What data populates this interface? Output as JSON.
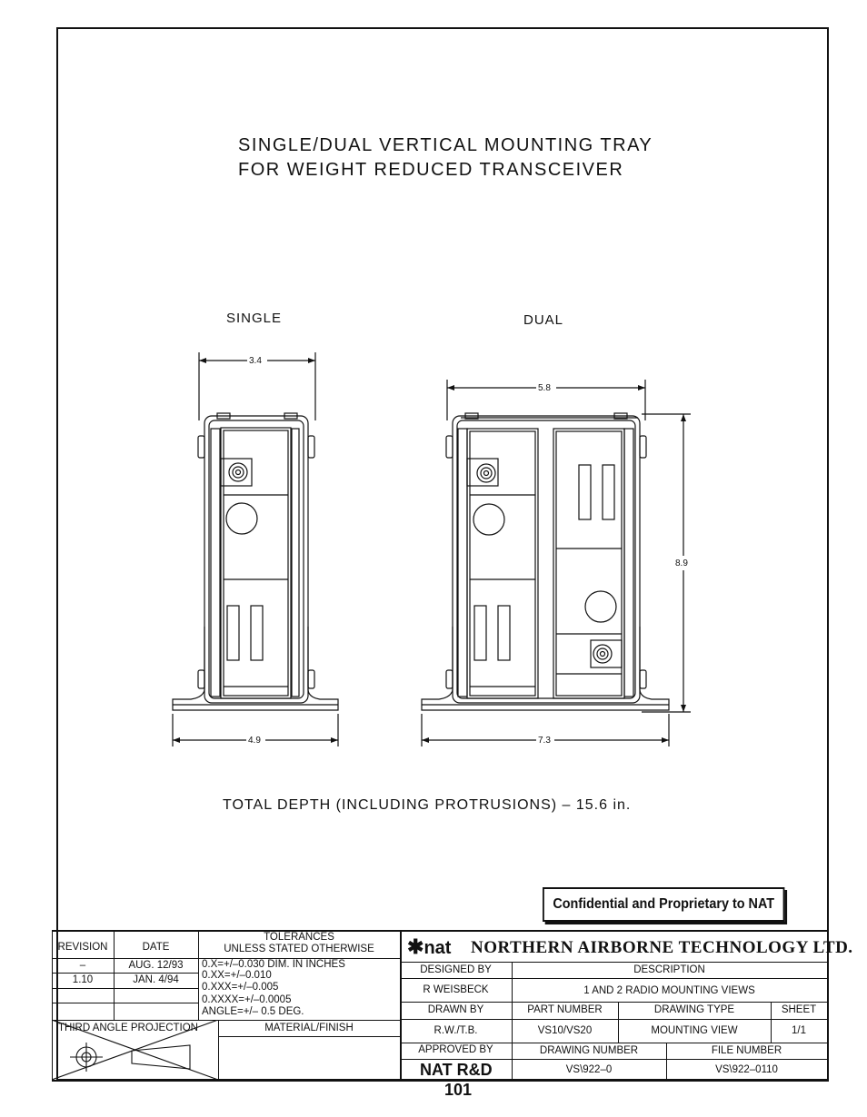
{
  "title": {
    "line1": "SINGLE/DUAL VERTICAL MOUNTING TRAY",
    "line2": "FOR WEIGHT REDUCED TRANSCEIVER"
  },
  "views": {
    "single": {
      "label": "SINGLE",
      "dim_top": "3.4",
      "dim_bottom": "4.9"
    },
    "dual": {
      "label": "DUAL",
      "dim_top": "5.8",
      "dim_right": "8.9",
      "dim_bottom": "7.3"
    }
  },
  "depth_note": "TOTAL DEPTH (INCLUDING PROTRUSIONS) – 15.6 in.",
  "confidential": "Confidential and Proprietary to NAT",
  "title_block": {
    "revision_header": "REVISION",
    "date_header": "DATE",
    "revisions": [
      {
        "rev": "–",
        "date": "AUG. 12/93"
      },
      {
        "rev": "1.10",
        "date": "JAN. 4/94"
      }
    ],
    "tolerances_header1": "TOLERANCES",
    "tolerances_header2": "UNLESS STATED OTHERWISE",
    "tolerances": [
      "0.X=+/–0.030   DIM. IN INCHES",
      "0.XX=+/–0.010",
      "0.XXX=+/–0.005",
      "0.XXXX=+/–0.0005",
      "ANGLE=+/– 0.5 DEG."
    ],
    "projection": "THIRD ANGLE PROJECTION",
    "material_finish": "MATERIAL/FINISH",
    "company_logo": "nat",
    "company": "NORTHERN AIRBORNE TECHNOLOGY LTD.",
    "designed_by_label": "DESIGNED BY",
    "designed_by": "R WEISBECK",
    "description_label": "DESCRIPTION",
    "description": "1 AND 2 RADIO MOUNTING VIEWS",
    "drawn_by_label": "DRAWN BY",
    "drawn_by": "R.W./T.B.",
    "part_number_label": "PART NUMBER",
    "part_number": "VS10/VS20",
    "drawing_type_label": "DRAWING TYPE",
    "drawing_type": "MOUNTING VIEW",
    "sheet_label": "SHEET",
    "sheet": "1/1",
    "approved_by_label": "APPROVED BY",
    "approved_by": "NAT R&D",
    "drawing_number_label": "DRAWING NUMBER",
    "drawing_number": "VS\\922–0",
    "file_number_label": "FILE NUMBER",
    "file_number": "VS\\922–0110"
  },
  "page_number": "101"
}
